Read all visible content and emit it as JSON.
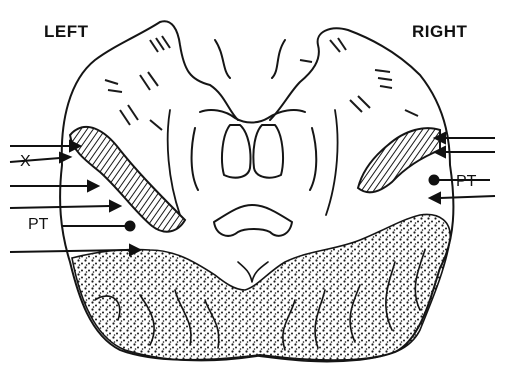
{
  "diagram": {
    "labels": {
      "left": "LEFT",
      "right": "RIGHT",
      "x_marker": "X",
      "pt_left": "PT",
      "pt_right": "PT"
    }
  }
}
